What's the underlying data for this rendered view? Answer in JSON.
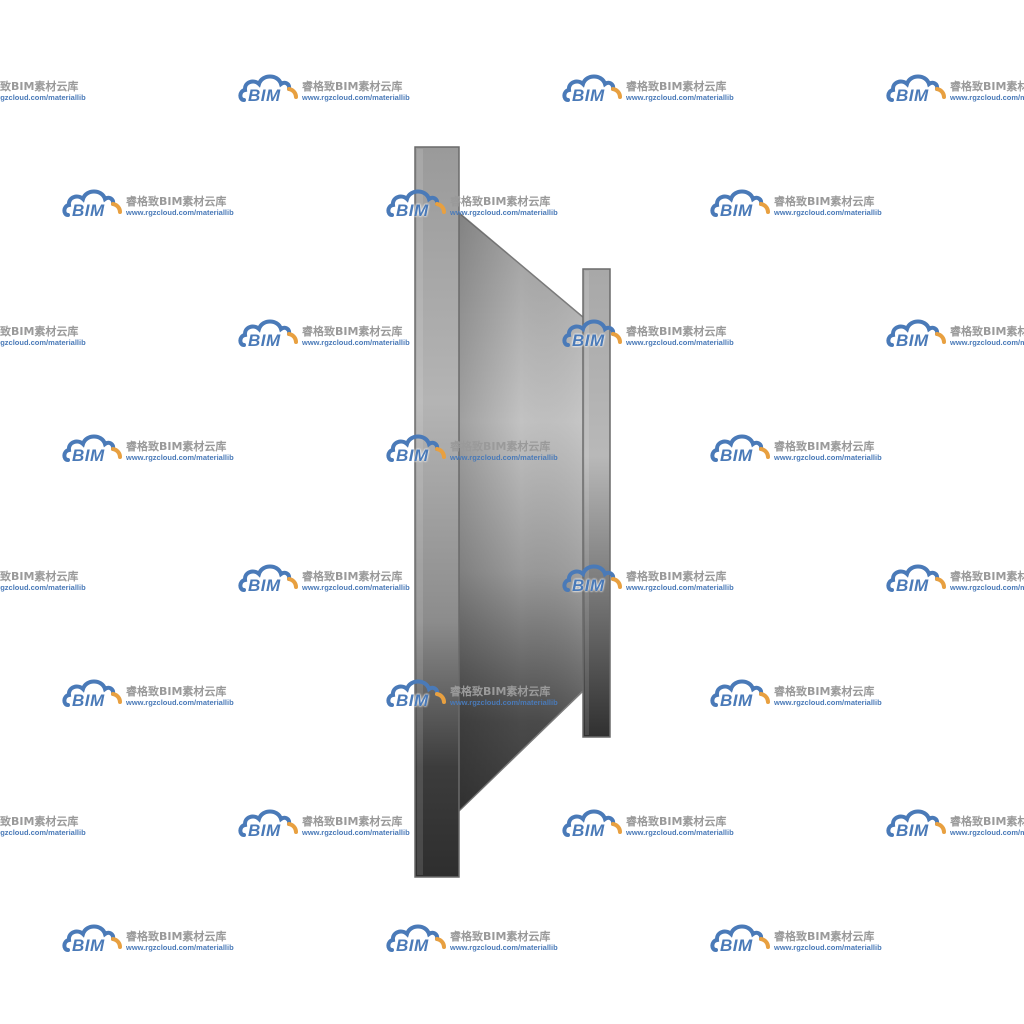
{
  "colors": {
    "background": "#ffffff",
    "metal_light": "#c4c4c4",
    "metal_mid": "#8a8a8a",
    "metal_dark": "#2e2e2e",
    "watermark_blue": "#4a7ab8",
    "watermark_orange": "#e8a040",
    "watermark_gray": "#9a9a9a"
  },
  "model": {
    "icon": "pipe-reducer-flange-model"
  },
  "watermark": {
    "icon": "cloud-logo-icon",
    "logo_text": "BIM",
    "title": "睿格致BIM素材云库",
    "url": "www.rgzcloud.com/materiallib"
  }
}
